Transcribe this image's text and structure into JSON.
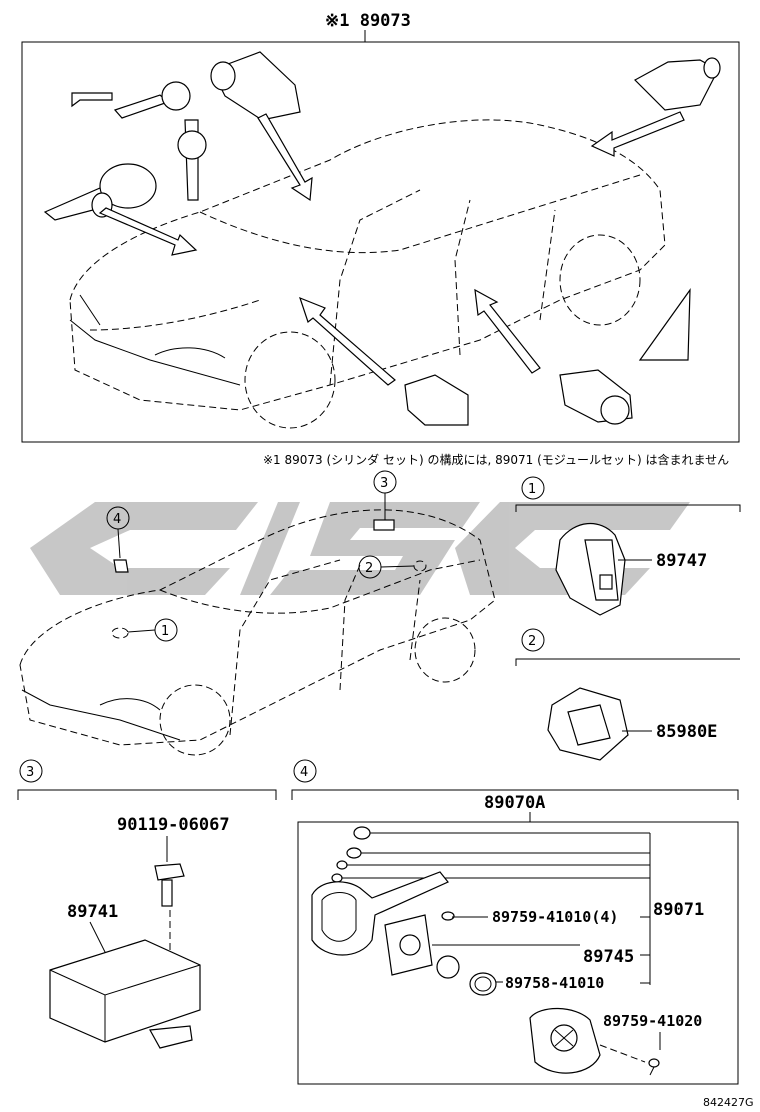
{
  "top_section": {
    "title": "※1 89073",
    "note": "※1  89073 (シリンダ セット) の構成には, 89071 (モジュールセット) は含まれません"
  },
  "callouts": {
    "c1": "1",
    "c2": "2",
    "c3": "3",
    "c4": "4"
  },
  "parts": {
    "p89747": "89747",
    "p85980E": "85980E",
    "p90119": "90119-06067",
    "p89741": "89741",
    "p89070A": "89070A",
    "p89071": "89071",
    "p89759_41010": "89759-41010(4)",
    "p89745": "89745",
    "p89758_41010": "89758-41010",
    "p89759_41020": "89759-41020"
  },
  "footer": {
    "code": "842427G"
  },
  "watermark": {
    "color": "#bdbdbd"
  }
}
